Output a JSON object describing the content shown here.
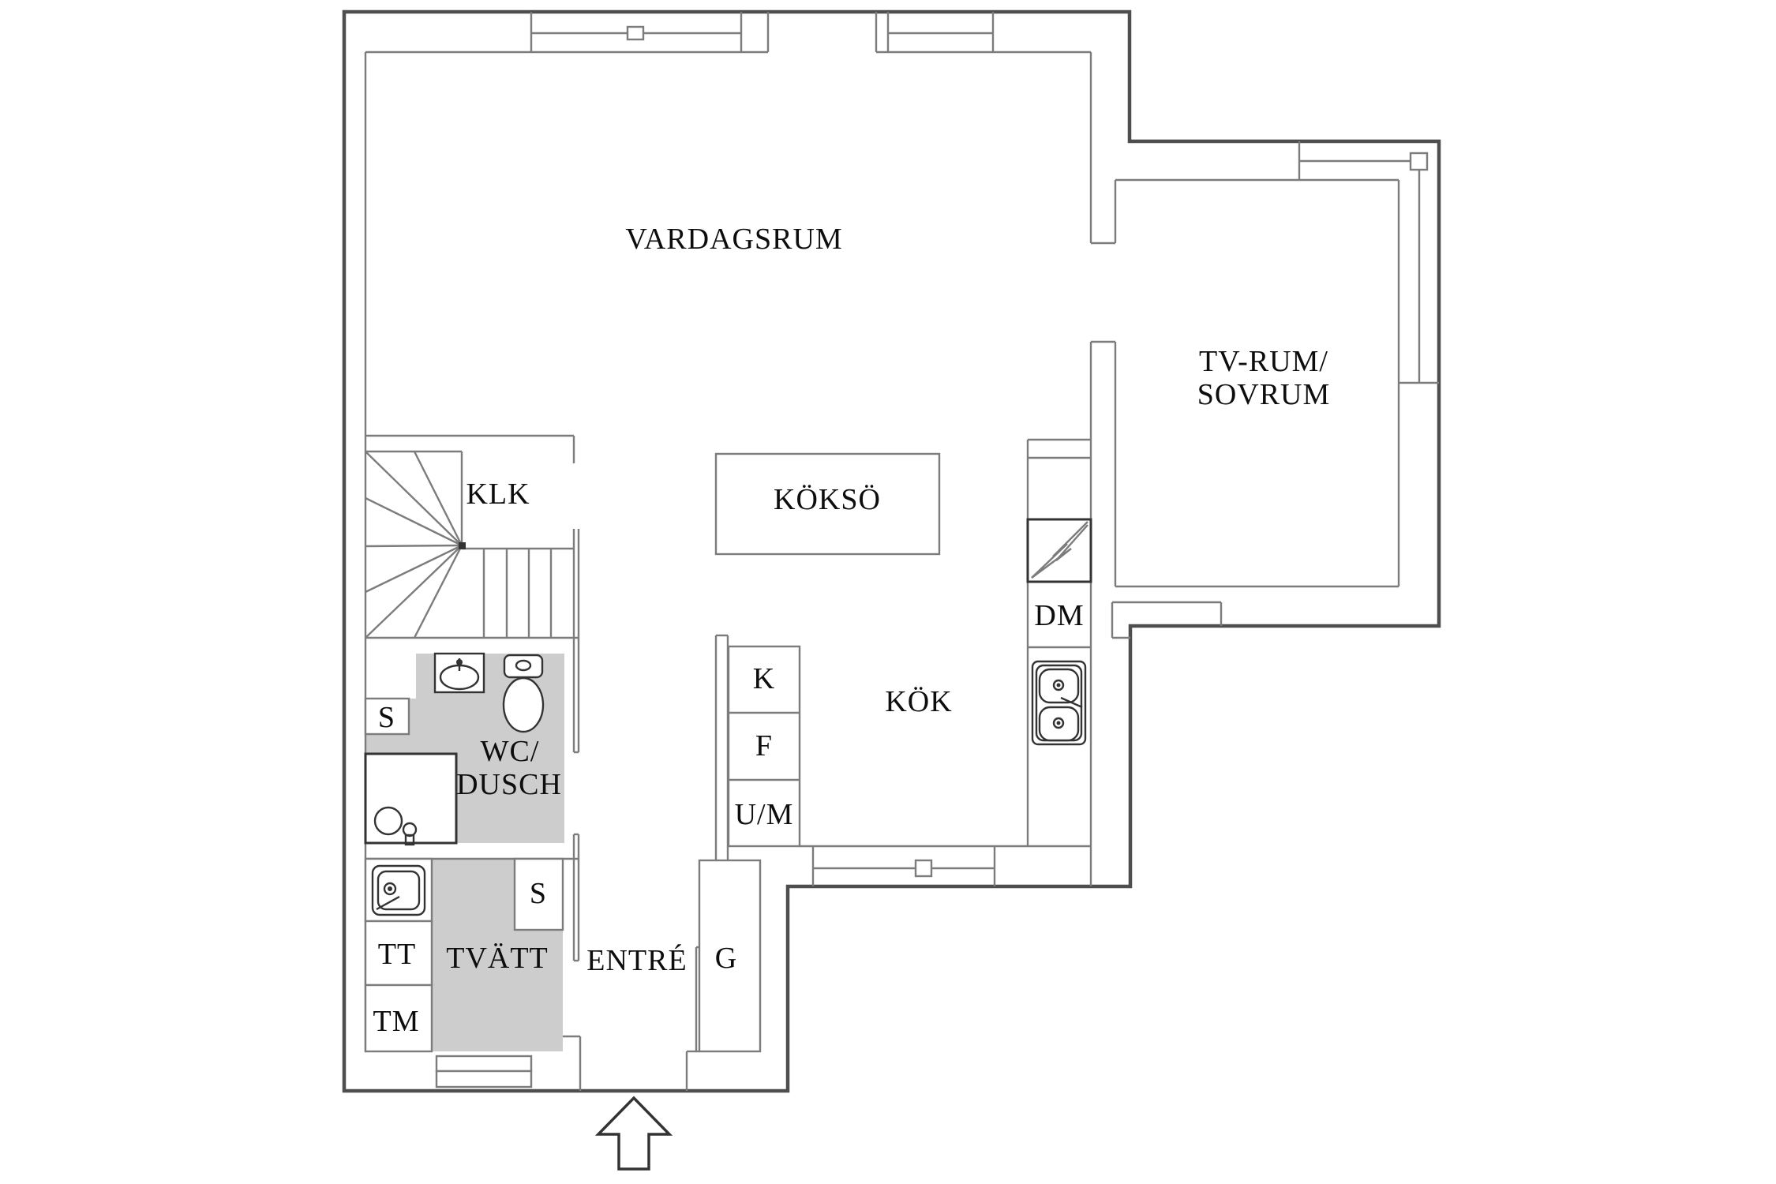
{
  "title": "Apartment floor plan",
  "colors": {
    "wall": "#7c7c7c",
    "outer": "#4e4e4e",
    "fillgray": "#cdcdcd",
    "fixture": "#333333",
    "textc": "#0d0d0d"
  },
  "rooms": {
    "vardagsrum": "VARDAGSRUM",
    "tv_rum_line1": "TV-RUM/",
    "tv_rum_line2": "SOVRUM",
    "koks_o": "KÖKSÖ",
    "kok": "KÖK",
    "klk": "KLK",
    "wc_line1": "WC/",
    "wc_line2": "DUSCH",
    "tvatt": "TVÄTT",
    "entre": "ENTRÉ"
  },
  "appliances": {
    "dm": "DM",
    "k": "K",
    "f": "F",
    "um": "U/M",
    "s_wc": "S",
    "s_tvatt": "S",
    "tt": "TT",
    "tm": "TM",
    "g": "G"
  }
}
